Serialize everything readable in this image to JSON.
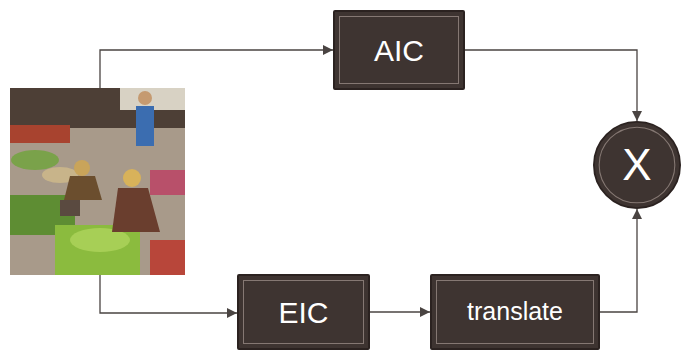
{
  "diagram": {
    "nodes": [
      {
        "text": [
          "AIC"
        ]
      },
      {
        "text": [
          "EIC"
        ]
      },
      {
        "text": [
          "translate"
        ]
      },
      {
        "text": [
          "X"
        ]
      }
    ],
    "edges": [
      {
        "from": 0,
        "to": 3,
        "arrow": "to"
      },
      {
        "from": 1,
        "to": 2,
        "arrow": "to"
      },
      {
        "from": 2,
        "to": 3,
        "arrow": "to"
      }
    ]
  }
}
